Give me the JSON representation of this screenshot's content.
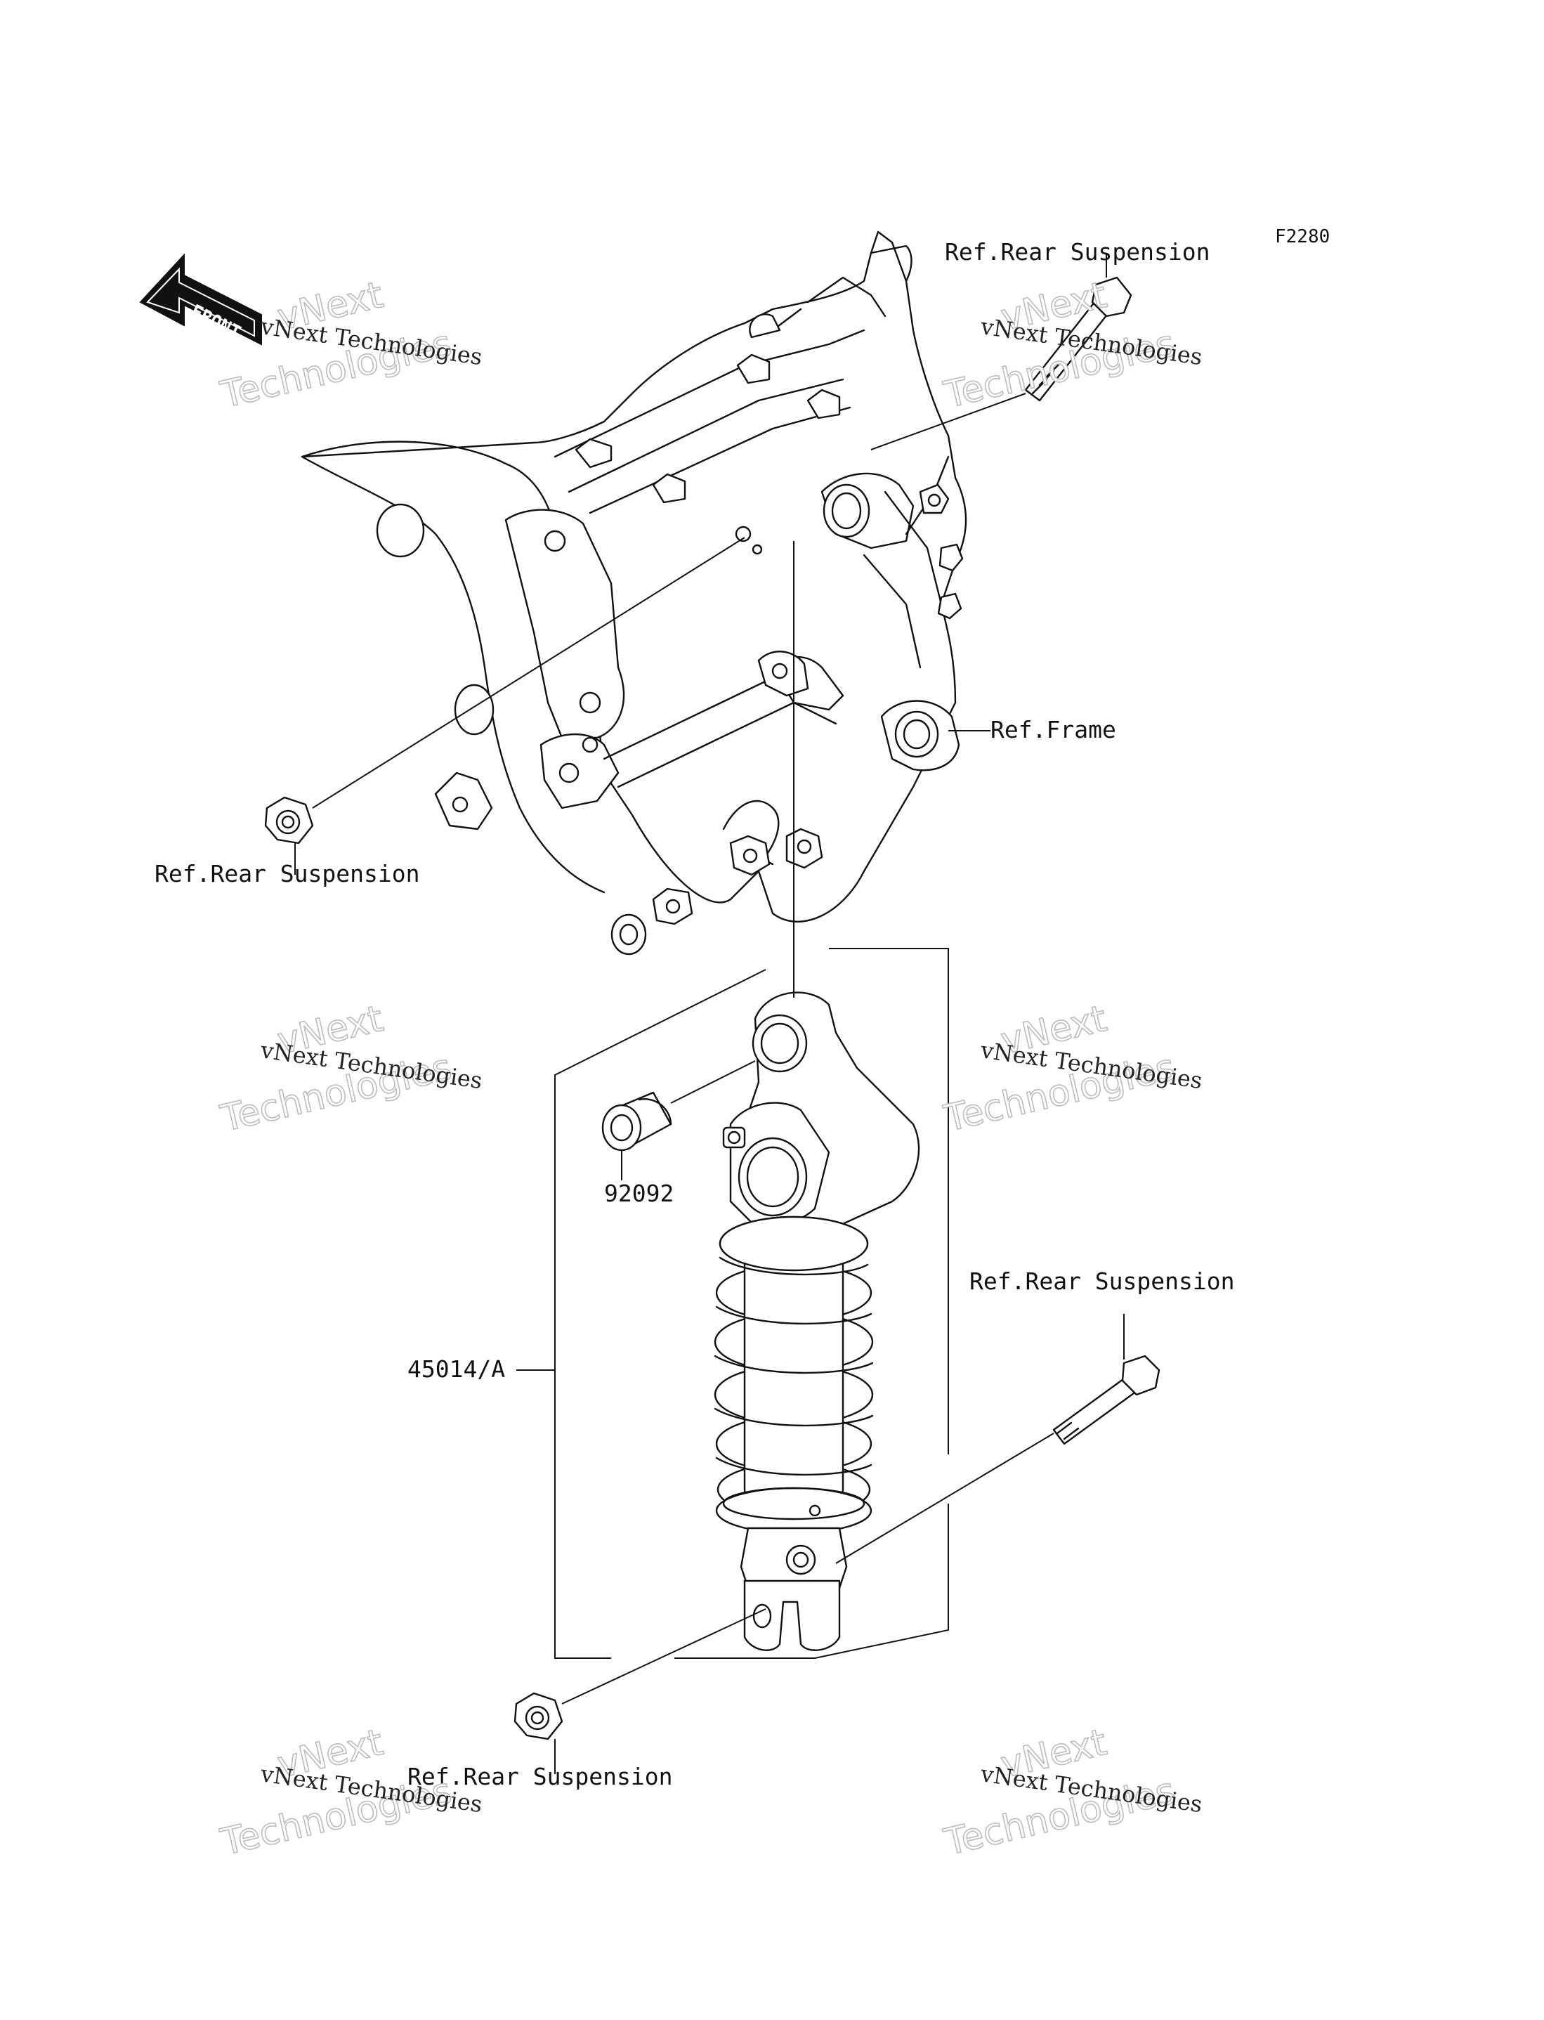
{
  "figure_code": "F2280",
  "front_label": "FRONT",
  "labels": {
    "ref_rear_top": "Ref.Rear Suspension",
    "ref_rear_left": "Ref.Rear Suspension",
    "ref_frame": "Ref.Frame",
    "ref_rear_right": "Ref.Rear Suspension",
    "ref_rear_bottom": "Ref.Rear Suspension"
  },
  "parts": {
    "bushing": "92092",
    "shock_absorber": "45014/A"
  },
  "watermark": {
    "small": "vNext Technologies",
    "big_top": "vNext",
    "big_bottom": "Technologies"
  }
}
